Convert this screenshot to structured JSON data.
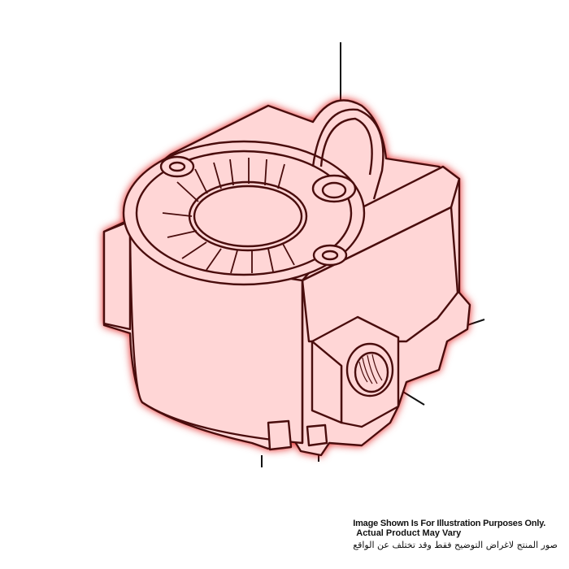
{
  "image": {
    "subject": "gas-valve-solenoid-illustration",
    "colors": {
      "background": "#ffffff",
      "fill": "#ffd6d6",
      "outline": "#4a0a0a",
      "glow": "#e00000",
      "leader_lines": "#111111"
    }
  },
  "disclaimer": {
    "line1": "Image Shown Is For Illustration Purposes Only.",
    "line2": "Actual Product May Vary",
    "line3_arabic": "صور المنتج لاغراض التوضيح فقط وقد تختلف عن الواقع"
  }
}
